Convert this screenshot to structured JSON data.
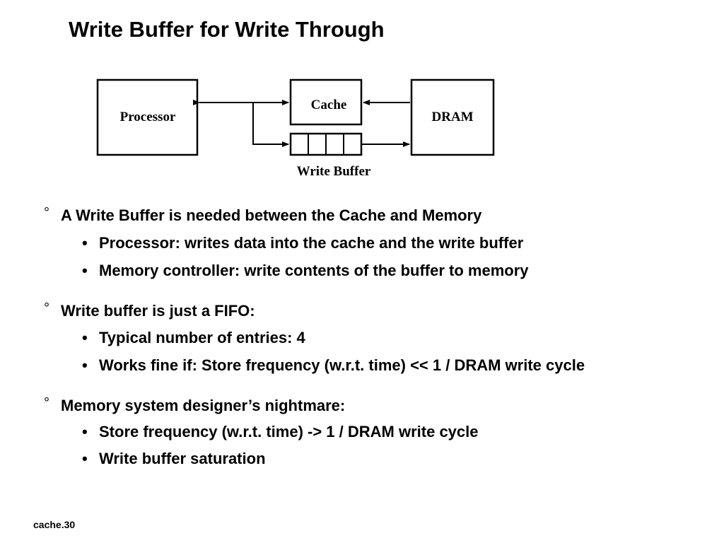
{
  "slide": {
    "title": "Write Buffer for Write Through",
    "footer": "cache.30"
  },
  "diagram": {
    "processor_label": "Processor",
    "cache_label": "Cache",
    "dram_label": "DRAM",
    "write_buffer_label": "Write Buffer",
    "write_buffer_entries": 4
  },
  "bullets": [
    {
      "marker": "°",
      "text": "A Write Buffer is needed between the Cache and Memory",
      "sub": [
        {
          "marker": "•",
          "text": "Processor: writes data into the cache and the write buffer"
        },
        {
          "marker": "•",
          "text": "Memory controller: write contents of the buffer to memory"
        }
      ]
    },
    {
      "marker": "°",
      "text": "Write buffer is just a FIFO:",
      "sub": [
        {
          "marker": "•",
          "text": "Typical number of entries: 4"
        },
        {
          "marker": "•",
          "text": "Works fine if:  Store frequency (w.r.t. time) << 1 / DRAM write cycle"
        }
      ]
    },
    {
      "marker": "°",
      "text": "Memory system designer’s nightmare:",
      "sub": [
        {
          "marker": "•",
          "text": "Store frequency (w.r.t. time)   ->  1 / DRAM write cycle"
        },
        {
          "marker": "•",
          "text": "Write buffer saturation"
        }
      ]
    }
  ]
}
